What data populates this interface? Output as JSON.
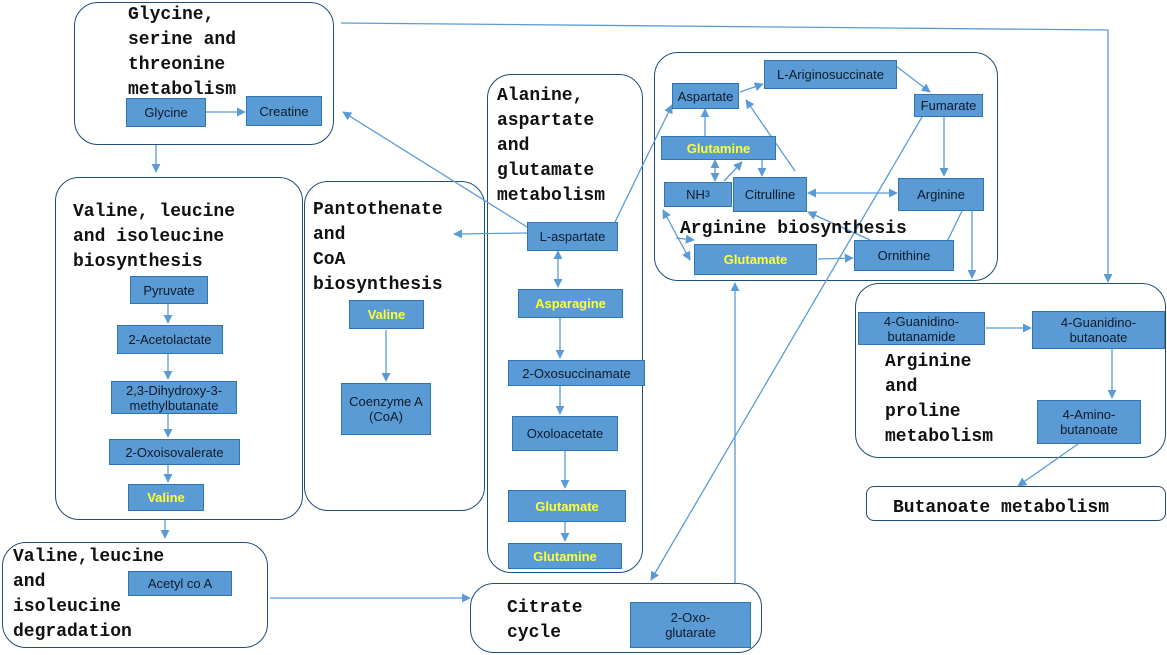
{
  "pathways": {
    "glycine": "Glycine,\nserine and\nthreonine\nmetabolism",
    "valine_bio": "Valine, leucine\nand isoleucine\nbiosynthesis",
    "pantothenate": "Pantothenate\n and\n CoA\n biosynthesis",
    "alanine": "Alanine,\naspartate\nand\nglutamate\nmetabolism",
    "arginine_bio": "Arginine biosynthesis",
    "arginine_proline": "Arginine\nand\nproline\nmetabolism",
    "butanoate": "Butanoate metabolism",
    "valine_deg": "Valine,leucine\nand\nisoleucine\ndegradation",
    "citrate": "Citrate\ncycle"
  },
  "nodes": {
    "glycine": "Glycine",
    "creatine": "Creatine",
    "pyruvate": "Pyruvate",
    "acetolactate": "2-Acetolactate",
    "dihydroxy": "2,3-Dihydroxy-3-\nmethylbutanate",
    "oxoisovalerate": "2-Oxoisovalerate",
    "valine_left": "Valine",
    "valine_mid": "Valine",
    "coenzyme": "Coenzyme A\n(CoA)",
    "l_aspartate": "L-aspartate",
    "asparagine": "Asparagine",
    "oxosuccinamate": "2-Oxosuccinamate",
    "oxaloacetate": "Oxoloacetate",
    "glutamate_mid": "Glutamate",
    "glutamine_mid": "Glutamine",
    "aspartate": "Aspartate",
    "l_argininosuccinate": "L-Ariginosuccinate",
    "fumarate": "Fumarate",
    "glutamine_arg": "Glutamine",
    "nh3": "NH",
    "nh3_sub": "3",
    "citrulline": "Citrulline",
    "arginine": "Arginine",
    "glutamate_arg": "Glutamate",
    "ornithine": "Ornithine",
    "guanidinobutanamide": "4-Guanidino-\nbutanamide",
    "guanidinobutanoate": "4-Guanidino-\nbutanoate",
    "aminobutanoate": "4-Amino-\nbutanoate",
    "acetyl_coa": "Acetyl co A",
    "oxoglutarate": "2-Oxo-\nglutarate"
  },
  "colors": {
    "node_fill": "#5b9bd5",
    "node_border": "#2e75b6",
    "highlight_text": "#ffff33",
    "box_border": "#1f4e79",
    "arrow": "#5b9bd5"
  }
}
